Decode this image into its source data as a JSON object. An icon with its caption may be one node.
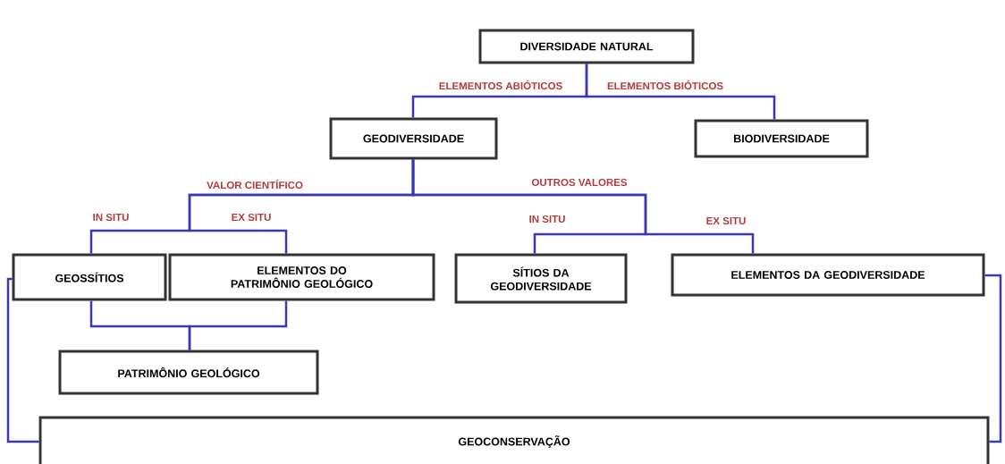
{
  "diagram": {
    "nodes": [
      {
        "text": [
          "DIVERSIDADE NATURAL"
        ]
      },
      {
        "text": [
          "GEODIVERSIDADE"
        ]
      },
      {
        "text": [
          "BIODIVERSIDADE"
        ]
      },
      {
        "text": [
          "GEOSSÍTIOS"
        ]
      },
      {
        "text": [
          "ELEMENTOS DO PATRIMÔNIO GEOLÓGICO"
        ]
      },
      {
        "text": [
          "SÍTIOS DA GEODIVERSIDADE"
        ]
      },
      {
        "text": [
          "ELEMENTOS DA GEODIVERSIDADE"
        ]
      },
      {
        "text": [
          "PATRIMÔNIO GEOLÓGICO"
        ]
      },
      {
        "text": [
          "GEOCONSERVAÇÃO"
        ]
      }
    ],
    "edges": [
      {
        "from": 0,
        "to": 1,
        "arrow": "none",
        "label": "ELEMENTOS ABIÓTICOS"
      },
      {
        "from": 0,
        "to": 2,
        "arrow": "none",
        "label": "ELEMENTOS BIÓTICOS"
      },
      {
        "from": 1,
        "to": 3,
        "arrow": "none",
        "label": "IN SITU"
      },
      {
        "from": 1,
        "to": 4,
        "arrow": "none",
        "label": "EX SITU"
      },
      {
        "from": 1,
        "to": 5,
        "arrow": "none",
        "label": "IN SITU"
      },
      {
        "from": 1,
        "to": 6,
        "arrow": "none",
        "label": "EX SITU"
      },
      {
        "from": 3,
        "to": 7,
        "arrow": "none"
      },
      {
        "from": 4,
        "to": 7,
        "arrow": "none"
      },
      {
        "from": 3,
        "to": 8,
        "arrow": "none"
      },
      {
        "from": 6,
        "to": 8,
        "arrow": "none"
      }
    ],
    "labels": [
      "VALOR CIENTÍFICO",
      "OUTROS VALORES"
    ]
  }
}
